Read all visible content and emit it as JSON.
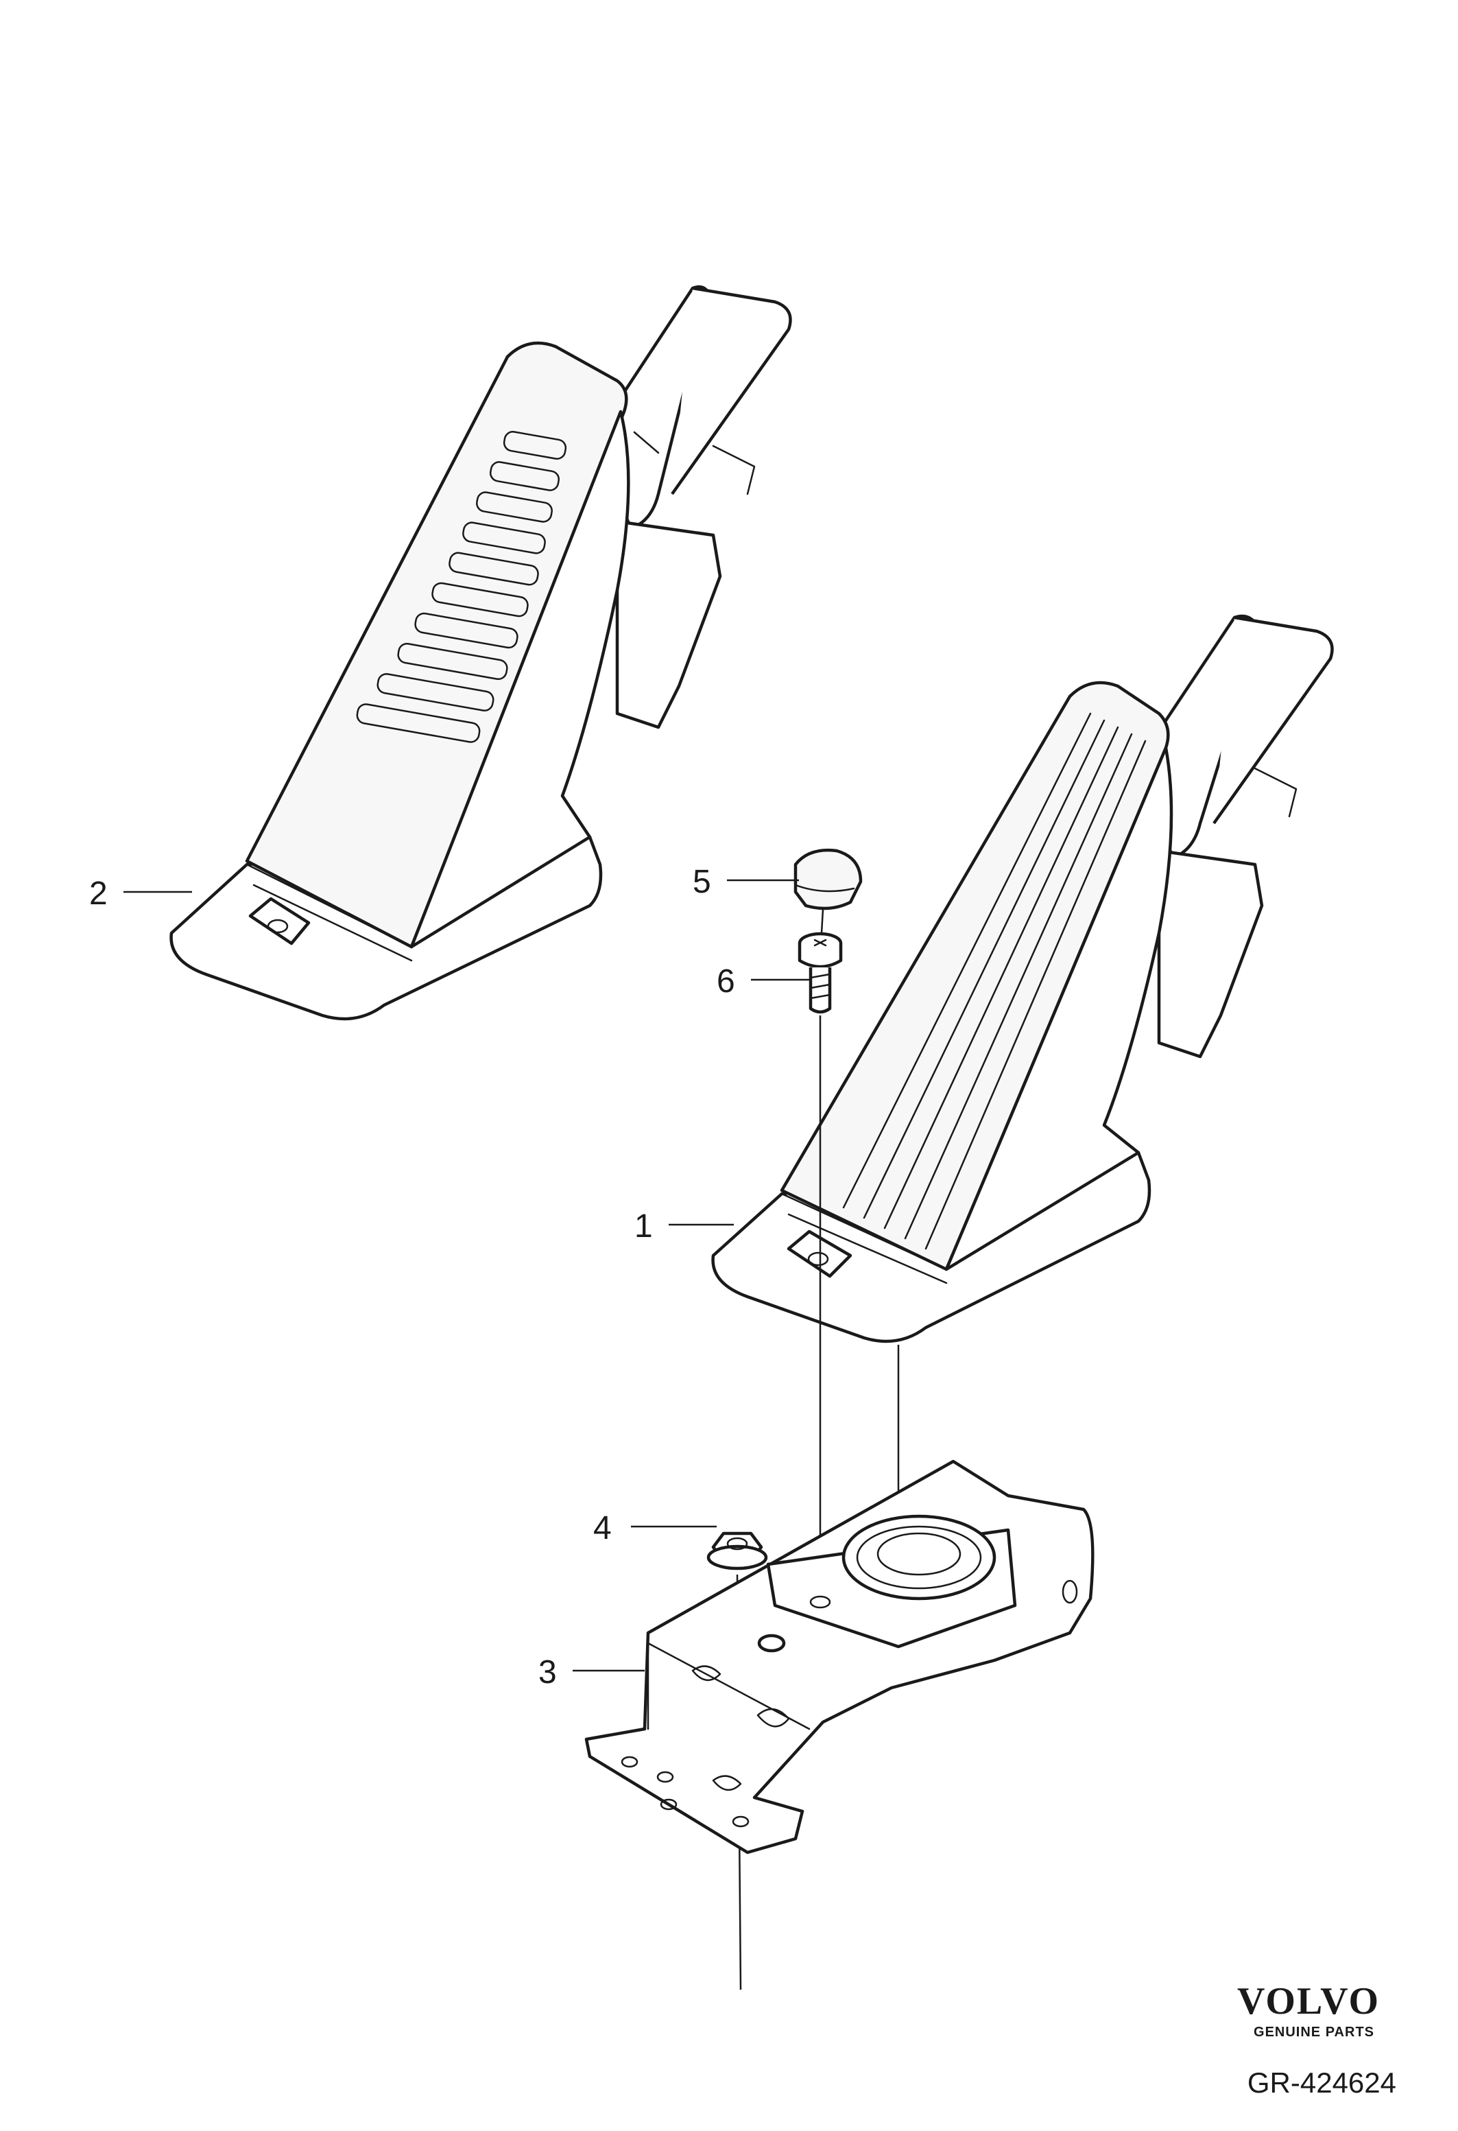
{
  "callouts": [
    {
      "id": "1",
      "label": "1"
    },
    {
      "id": "2",
      "label": "2"
    },
    {
      "id": "3",
      "label": "3"
    },
    {
      "id": "4",
      "label": "4"
    },
    {
      "id": "5",
      "label": "5"
    },
    {
      "id": "6",
      "label": "6"
    }
  ],
  "brand": {
    "name": "VOLVO",
    "tagline": "GENUINE PARTS"
  },
  "reference": "GR-424624",
  "colors": {
    "line": "#1a1a1a",
    "background": "#ffffff"
  }
}
